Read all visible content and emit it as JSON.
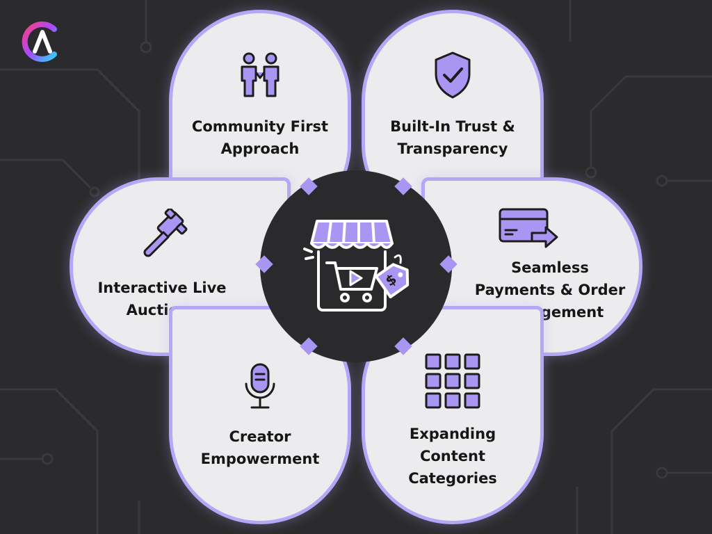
{
  "colors": {
    "background": "#2b2b2d",
    "accent": "#b6a6f7",
    "icon": "#a996f2",
    "text": "#161616"
  },
  "logo": {
    "icon": "ac-logo-icon",
    "letter": "A"
  },
  "center": {
    "icon": "storefront-cart-video-tag-icon"
  },
  "petals": {
    "community": {
      "label": "Community First\nApproach",
      "icon": "people-holding-hands-icon"
    },
    "trust": {
      "label": "Built-In Trust &\nTransparency",
      "icon": "shield-check-icon"
    },
    "auctions": {
      "label": "Interactive Live\nAuctions",
      "icon": "gavel-icon"
    },
    "payments": {
      "label": "Seamless\nPayments & Order\nManagement",
      "icon": "card-arrow-icon"
    },
    "creator": {
      "label": "Creator\nEmpowerment",
      "icon": "microphone-icon"
    },
    "content": {
      "label": "Expanding\nContent\nCategories",
      "icon": "grid-icon"
    }
  }
}
